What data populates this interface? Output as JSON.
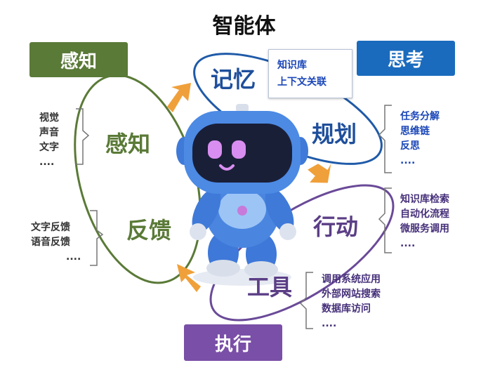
{
  "title": "智能体",
  "corners": {
    "perceive": {
      "label": "感知",
      "color": "#5a7a37"
    },
    "think": {
      "label": "思考",
      "color": "#1a6bbd"
    },
    "execute": {
      "label": "执行",
      "color": "#7a4fa7"
    }
  },
  "loops": {
    "perceive_label": "感知",
    "feedback_label": "反馈",
    "memory_label": "记忆",
    "planning_label": "规划",
    "action_label": "行动",
    "tools_label": "工具"
  },
  "perceive_items": [
    "视觉",
    "声音",
    "文字",
    "...."
  ],
  "feedback_items": [
    "文字反馈",
    "语音反馈",
    "...."
  ],
  "memory_items": [
    "知识库",
    "上下文关联"
  ],
  "planning_items": [
    "任务分解",
    "思维链",
    "反思",
    "...."
  ],
  "action_items": [
    "知识库检索",
    "自动化流程",
    "微服务调用",
    "...."
  ],
  "tools_items": [
    "调用系统应用",
    "外部网站搜索",
    "数据库访问",
    "...."
  ],
  "colors": {
    "green_ellipse": "#5a7a37",
    "blue_ellipse": "#1f5aa8",
    "purple_ellipse": "#6a4a98",
    "arrow": "#f0a03a"
  }
}
